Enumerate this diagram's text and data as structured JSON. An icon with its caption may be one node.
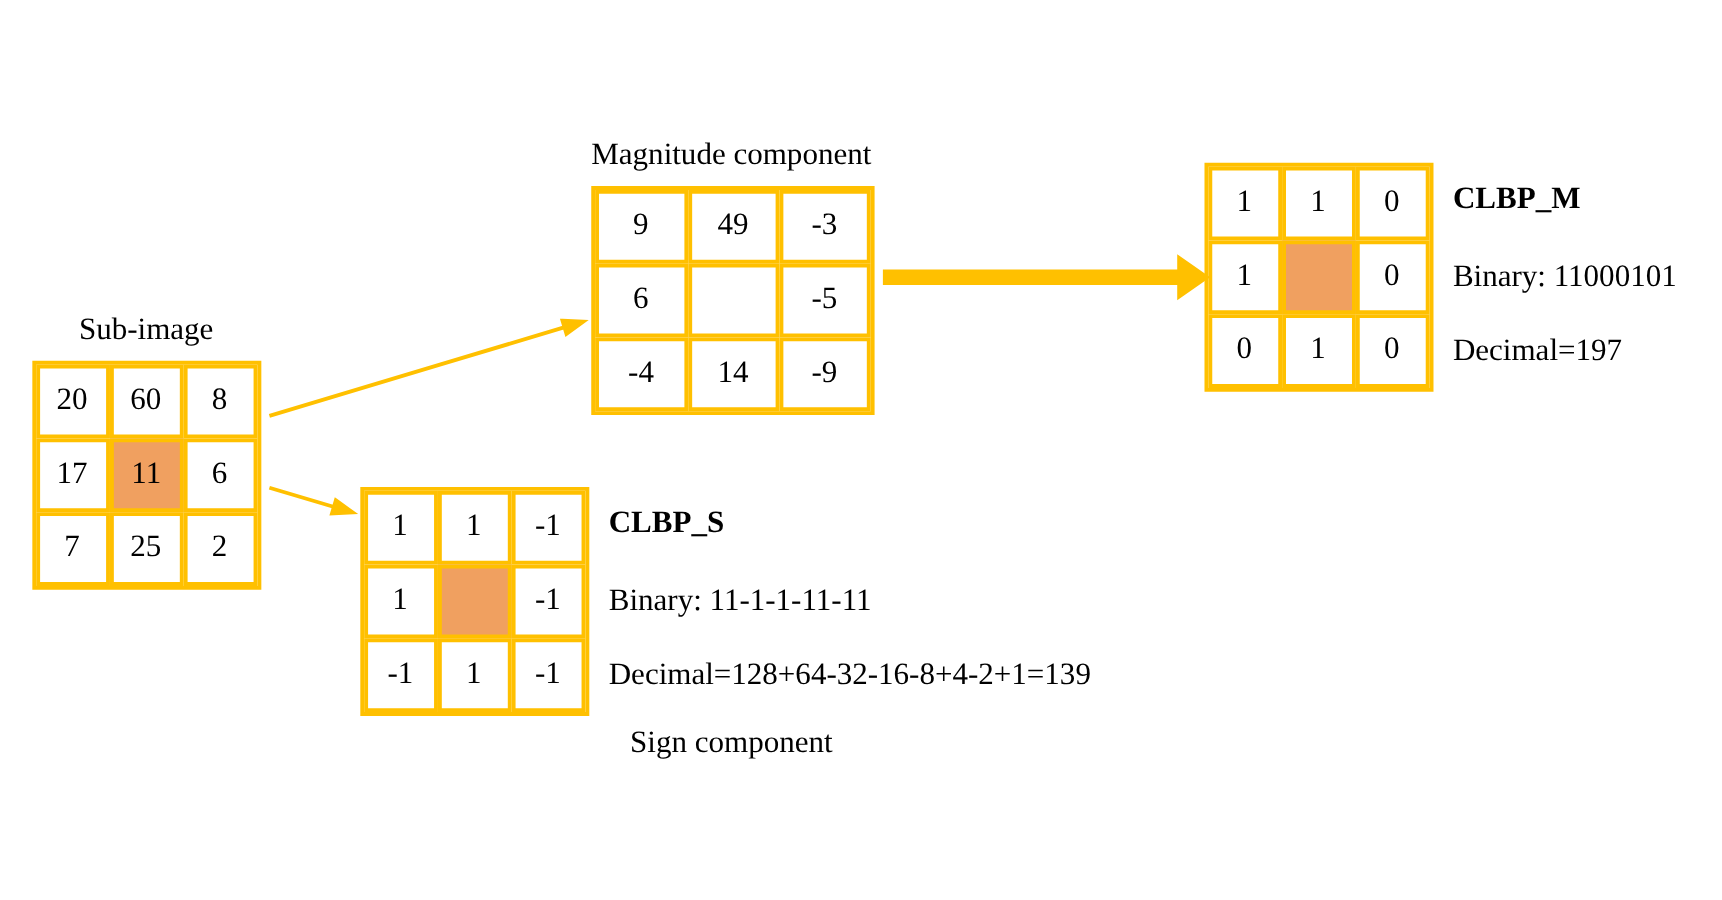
{
  "diagram": {
    "nodes": [
      {
        "text": [
          "Sub-image",
          "20",
          "60",
          "8",
          "17",
          "11",
          "6",
          "7",
          "25",
          "2"
        ]
      },
      {
        "text": [
          "Magnitude component",
          "9",
          "49",
          "-3",
          "6",
          "-5",
          "-4",
          "14",
          "-9"
        ]
      },
      {
        "text": [
          "1",
          "1",
          "0",
          "1",
          "0",
          "0",
          "1",
          "0"
        ],
        "beside": [
          "CLBP_M",
          "Binary: 11000101",
          "Decimal=197"
        ]
      },
      {
        "text": [
          "1",
          "1",
          "-1",
          "1",
          "-1",
          "-1",
          "1",
          "-1",
          "Sign component"
        ],
        "beside": [
          "CLBP_S",
          "Binary: 11-1-1-11-11",
          "Decimal=128+64-32-16-8+4-2+1=139"
        ]
      }
    ],
    "edges": [
      {
        "from": 0,
        "to": 1,
        "arrow": "to"
      },
      {
        "from": 0,
        "to": 3,
        "arrow": "to"
      },
      {
        "from": 1,
        "to": 2,
        "arrow": "to",
        "style": "thick"
      }
    ]
  }
}
